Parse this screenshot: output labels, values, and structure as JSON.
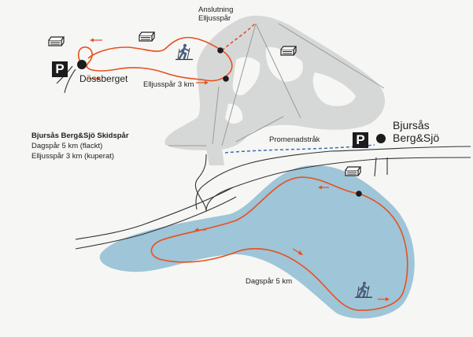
{
  "places": {
    "dossberget": "Dössberget",
    "bjursas_line1": "Bjursås",
    "bjursas_line2": "Berg&Sjö"
  },
  "parking": {
    "symbol": "P"
  },
  "connection_label": {
    "line1": "Anslutning",
    "line2": "Elljusspår"
  },
  "trail_labels": {
    "elljusspar": "Elljusspår 3 km",
    "promenadstrak": "Promenadstråk",
    "dagspar": "Dagspår 5 km"
  },
  "legend": {
    "title": "Bjursås Berg&Sjö Skidspår",
    "line1": "Dagspår 5 km (flackt)",
    "line2": "Elljusspår 3 km (kuperat)"
  },
  "colors": {
    "trail": "#e8501e",
    "lake": "#9ec5d8",
    "walk_path": "#3a6fb0",
    "ski_slopes": "#d6d8d8",
    "road": "#333333",
    "background": "#f6f6f4"
  },
  "icons": [
    "parking-icon",
    "ski-track-icon",
    "skier-icon",
    "trail-direction-arrow-icon"
  ]
}
